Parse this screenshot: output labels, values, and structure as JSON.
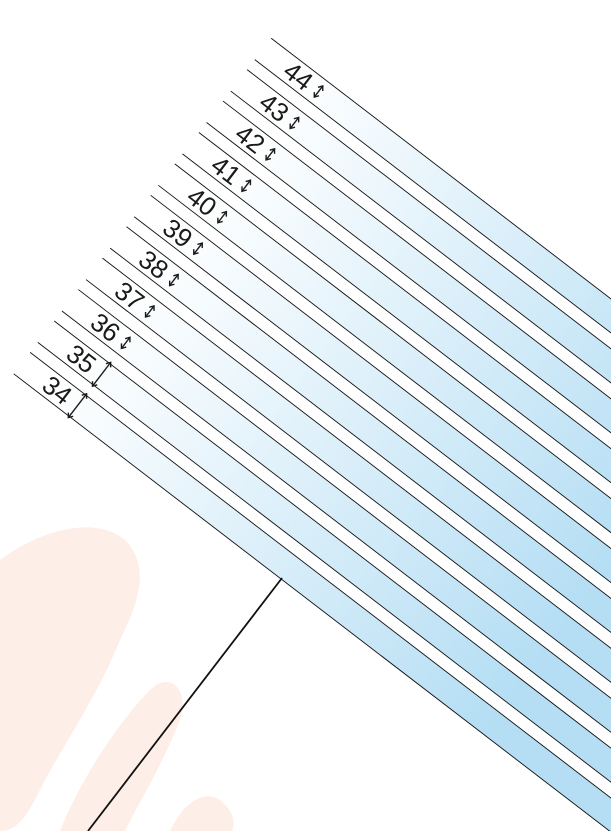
{
  "colors": {
    "background": "#ffffff",
    "stripe_light": "#ffffff",
    "stripe_dark": "#b5def4",
    "stripe_edge": "#111111",
    "label_text": "#1a1a1a",
    "blob": "#fdeee8",
    "guide_line": "#111111"
  },
  "strips": [
    {
      "label": "34",
      "arrow": "size-arrow-icon"
    },
    {
      "label": "35",
      "arrow": "size-arrow-icon"
    },
    {
      "label": "36",
      "arrow": "size-arrow-icon"
    },
    {
      "label": "37",
      "arrow": "size-arrow-icon"
    },
    {
      "label": "38",
      "arrow": "size-arrow-icon"
    },
    {
      "label": "39",
      "arrow": "size-arrow-icon"
    },
    {
      "label": "40",
      "arrow": "size-arrow-icon"
    },
    {
      "label": "41",
      "arrow": "size-arrow-icon"
    },
    {
      "label": "42",
      "arrow": "size-arrow-icon"
    },
    {
      "label": "43",
      "arrow": "size-arrow-icon"
    },
    {
      "label": "44",
      "arrow": "size-arrow-icon"
    }
  ]
}
